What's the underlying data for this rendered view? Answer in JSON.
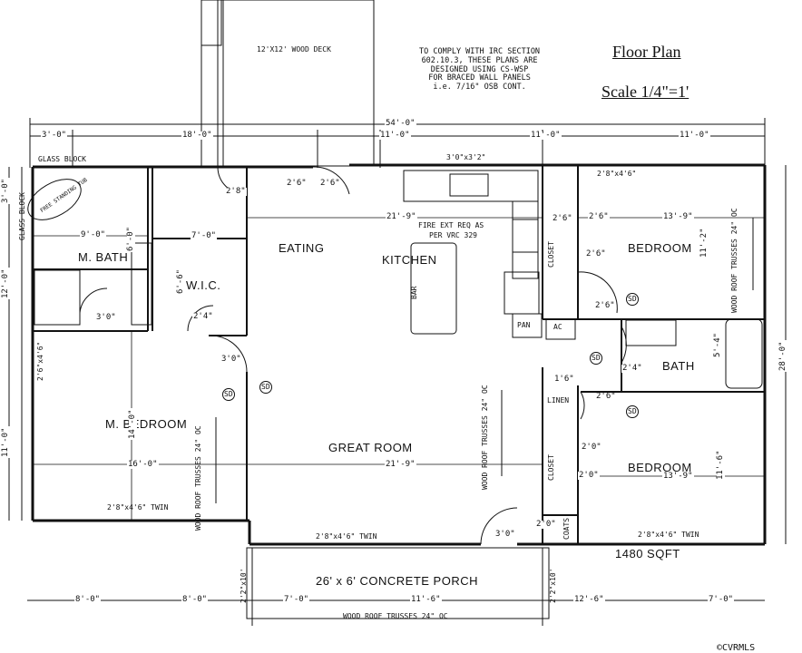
{
  "title": "Floor Plan",
  "scale": "Scale 1/4\"=1'",
  "note_lines": [
    "TO COMPLY WITH IRC SECTION",
    "602.10.3, THESE PLANS ARE",
    "DESIGNED USING CS-WSP",
    "FOR BRACED WALL PANELS",
    "i.e. 7/16\" OSB CONT."
  ],
  "deck": "12'X12' WOOD DECK",
  "rooms": {
    "eating": "EATING",
    "kitchen": "KITCHEN",
    "great_room": "GREAT ROOM",
    "m_bath": "M. BATH",
    "wic": "W.I.C.",
    "m_bedroom": "M. BEDROOM",
    "bedroom_top": "BEDROOM",
    "bedroom_bottom": "BEDROOM",
    "bath": "BATH",
    "porch": "26' x 6' CONCRETE PORCH",
    "area": "1480 SQFT"
  },
  "labels": {
    "glass_block_top": "GLASS BLOCK",
    "glass_block_side": "GLASS BLOCK",
    "tub": "FREE STANDING TUB",
    "fire_ext": "FIRE EXT REQ AS",
    "fire_ext_2": "PER VRC 329",
    "bar": "BAR",
    "pan": "PAN",
    "ac": "AC",
    "closet_1": "CLOSET",
    "closet_2": "CLOSET",
    "linen": "LINEN",
    "coats": "COATS",
    "trusses_left": "WOOD ROOF TRUSSES 24\" OC",
    "trusses_center": "WOOD ROOF TRUSSES 24\" OC",
    "trusses_right": "WOOD ROOF TRUSSES 24\" OC",
    "trusses_bottom": "WOOD ROOF TRUSSES 24\" OC",
    "window_top": "3'0\"x3'2\"",
    "window_bed1": "2'8\"x4'6\"",
    "window_mbath": "2'6\"x4'6\"",
    "window_mbed": "2'8\"x4'6\" TWIN",
    "window_great": "2'8\"x4'6\" TWIN",
    "window_bed2": "2'8\"x4'6\" TWIN",
    "post_left": "2'2\"x10'",
    "post_right": "2'2\"x10'",
    "watermark": "©CVRMLS"
  },
  "dims_top": [
    "3'-0\"",
    "18'-0\"",
    "54'-0\"",
    "11'-0\"",
    "11'-0\"",
    "11'-0\""
  ],
  "dims_bottom": [
    "8'-0\"",
    "8'-0\"",
    "7'-0\"",
    "11'-6\"",
    "12'-6\"",
    "7'-0\""
  ],
  "dims_left": [
    "3'-0\"",
    "12'-0\"",
    "11'-0\""
  ],
  "dim_right": "28'-0\"",
  "dims_interior": {
    "mbath_w": "9'-0\"",
    "mbath_h": "6'-0\"",
    "closet_w": "7'-0\"",
    "wic_h": "6'-6\"",
    "kitchen_w": "21'-9\"",
    "great_w": "21'-9\"",
    "mbed_w": "16'-0\"",
    "mbed_h": "14'-0\"",
    "bed1_w": "13'-9\"",
    "bed1_h": "11'-2\"",
    "bed2_w": "13'-9\"",
    "bed2_h": "11'-6\"",
    "bath_h": "5'-4\""
  },
  "doors": [
    "2'8\"",
    "2'6\"",
    "2'6\"",
    "3'0\"",
    "2'4\"",
    "3'0\"",
    "2'6\"",
    "2'6\"",
    "2'6\"",
    "2'6\"",
    "2'4\"",
    "2'6\"",
    "1'6\"",
    "2'0\"",
    "2'0\"",
    "2'0\"",
    "3'0\""
  ],
  "smoke": [
    "SD",
    "SD",
    "SD",
    "SD",
    "SD"
  ]
}
